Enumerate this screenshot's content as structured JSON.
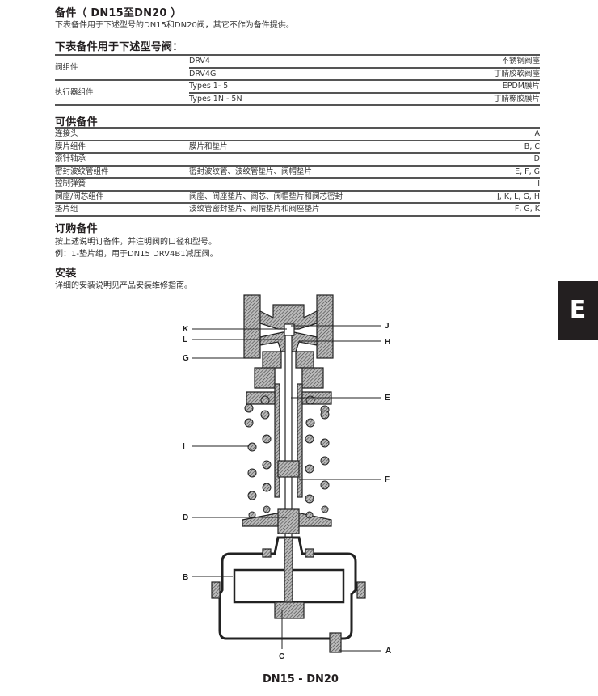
{
  "section_title": "备件（ DN15至DN20 ）",
  "intro": "下表备件用于下述型号的DN15和DN20阀，其它不作为备件提供。",
  "applicable_title": "下表备件用于下述型号阀：",
  "applicable_table": [
    {
      "component": "阀组件",
      "rows": [
        {
          "model": "DRV4",
          "material": "不锈钢阀座"
        },
        {
          "model": "DRV4G",
          "material": "丁腈胶软阀座"
        }
      ]
    },
    {
      "component": "执行器组件",
      "rows": [
        {
          "model": "Types 1- 5",
          "material": "EPDM膜片"
        },
        {
          "model": "Types 1N - 5N",
          "material": "丁腈橡胶膜片"
        }
      ]
    }
  ],
  "spares_title": "可供备件",
  "spares_table": [
    {
      "name": "连接头",
      "desc": "",
      "ref": "A"
    },
    {
      "name": "膜片组件",
      "desc": "膜片和垫片",
      "ref": "B, C"
    },
    {
      "name": "滚针轴承",
      "desc": "",
      "ref": "D"
    },
    {
      "name": "密封波纹管组件",
      "desc": "密封波纹管、波纹管垫片、阀帽垫片",
      "ref": "E, F, G"
    },
    {
      "name": "控制弹簧",
      "desc": "",
      "ref": "I"
    },
    {
      "name": "阀座/阀芯组件",
      "desc": "阀座、阀座垫片、阀芯、阀帽垫片和阀芯密封",
      "ref": "J, K, L, G, H"
    },
    {
      "name": "垫片组",
      "desc": "波纹管密封垫片、阀帽垫片和阀座垫片",
      "ref": "F, G, K"
    }
  ],
  "order_title": "订购备件",
  "order_text_1": "按上述说明订备件，并注明阀的口径和型号。",
  "order_text_2": "例：1-垫片组，用于DN15 DRV4B1减压阀。",
  "install_title": "安装",
  "install_text": "详细的安装说明见产品安装维修指南。",
  "side_tab": "E",
  "diagram": {
    "labels_left": [
      "K",
      "L",
      "G",
      "I",
      "D",
      "B"
    ],
    "labels_right": [
      "J",
      "H",
      "E",
      "F",
      "A"
    ],
    "label_bottom": "C",
    "caption": "DN15 - DN20"
  }
}
